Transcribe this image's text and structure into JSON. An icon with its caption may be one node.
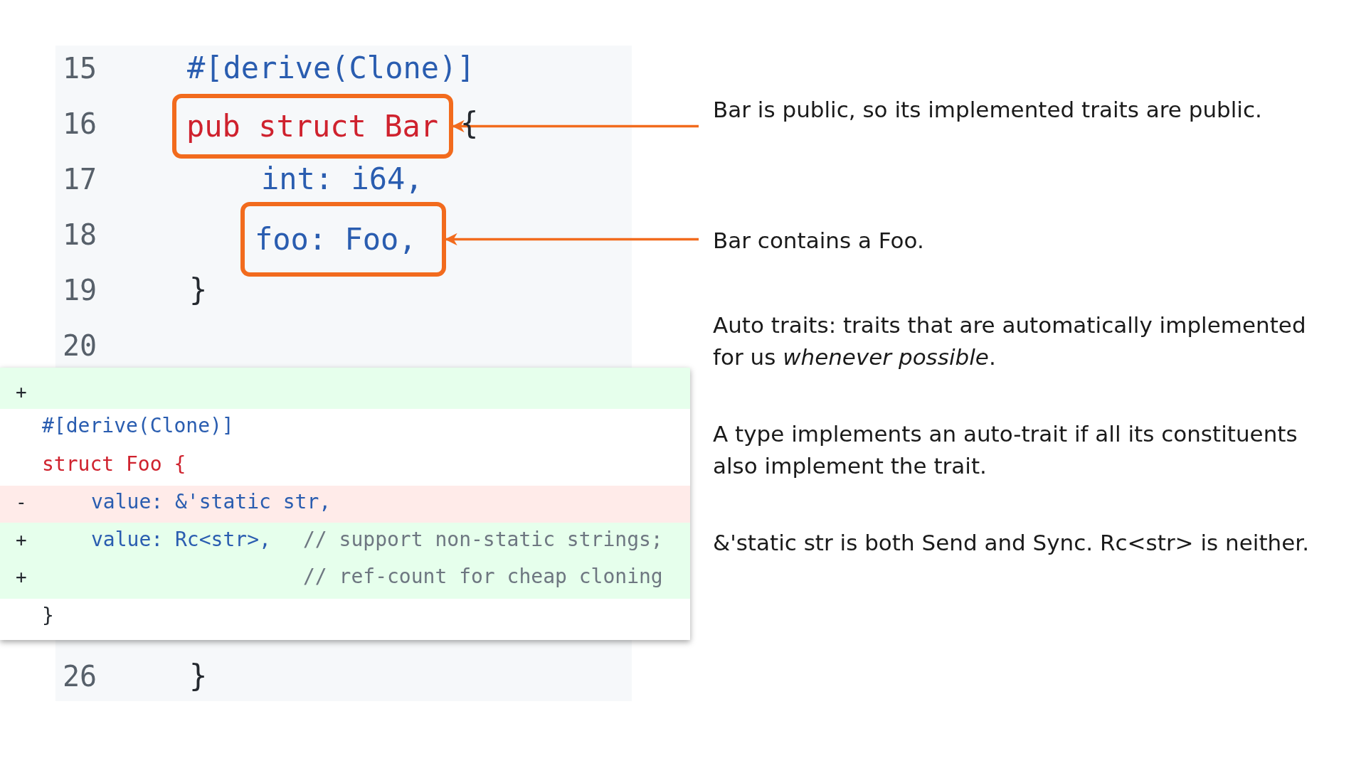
{
  "diagram": {
    "nodes": [
      {
        "text": [
          "pub struct Bar"
        ]
      },
      {
        "text": [
          "foo: Foo,"
        ]
      },
      {
        "text": [
          "Bar is public, so its implemented traits are public."
        ]
      },
      {
        "text": [
          "Bar contains a Foo."
        ]
      }
    ],
    "edges": [
      {
        "from": 2,
        "to": 0,
        "arrow": "to"
      },
      {
        "from": 3,
        "to": 1,
        "arrow": "to"
      }
    ],
    "labels": [
      "15",
      "#[derive(Clone)]",
      "16",
      "{",
      "17",
      "int: i64,",
      "18",
      "19",
      "}",
      "20",
      "+",
      "#[derive(Clone)]",
      "struct Foo {",
      "-",
      "value: &'static str,",
      "+",
      "value: Rc<str>,",
      "// support non-static strings;",
      "+",
      "// ref-count for cheap cloning",
      "}",
      "26",
      "}",
      "Auto traits: traits that are automatically implemented for us *whenever possible*.",
      "A type implements an auto-trait if all its constituents also implement the trait.",
      "&'static str is both Send and Sync. Rc<str> is neither."
    ]
  }
}
